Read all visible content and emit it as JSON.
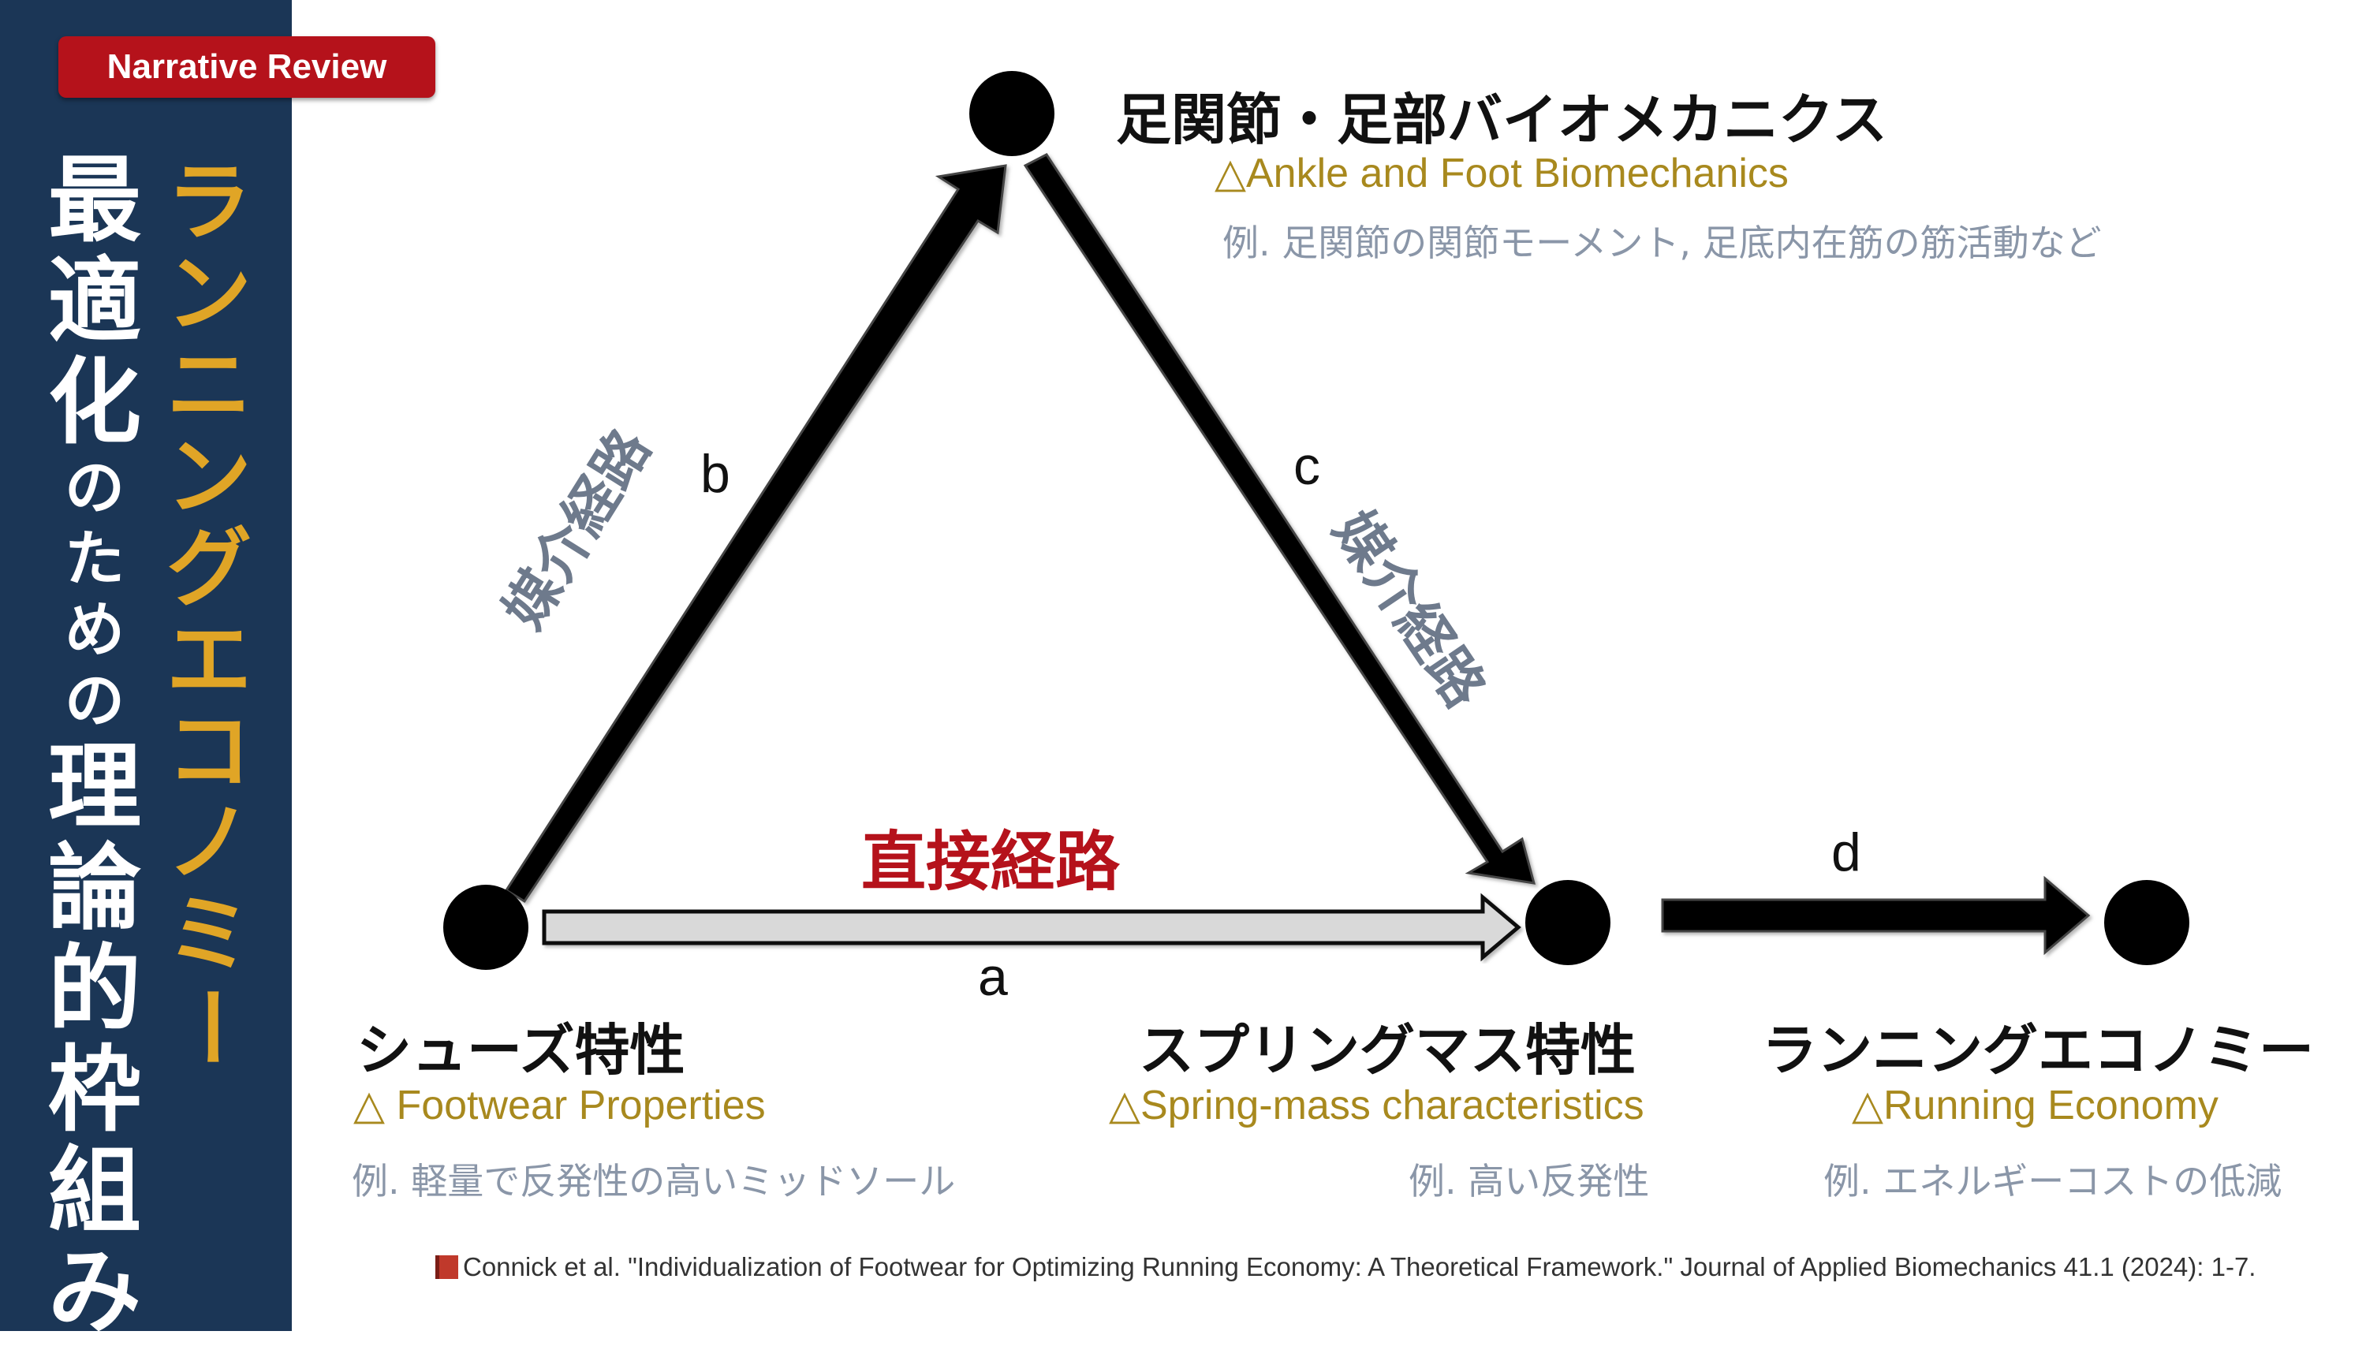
{
  "badge": "Narrative Review",
  "sidebar": {
    "title_white": [
      "最",
      "適",
      "化",
      "の",
      "た",
      "め",
      "の",
      "理",
      "論",
      "的",
      "枠",
      "組",
      "み"
    ],
    "title_gold": [
      "ラ",
      "ン",
      "ニ",
      "ン",
      "グ",
      "エ",
      "コ",
      "ノ",
      "ミ",
      "ー"
    ]
  },
  "nodes": {
    "top": {
      "title": "足関節・足部バイオメカニクス",
      "en": "△Ankle and Foot Biomechanics",
      "example": "例. 足関節の関節モーメント, 足底内在筋の筋活動など"
    },
    "shoes": {
      "title": "シューズ特性",
      "en": "△ Footwear Properties",
      "example": "例. 軽量で反発性の高いミッドソール"
    },
    "spring": {
      "title": "スプリングマス特性",
      "en": "△Spring-mass characteristics",
      "example": "例. 高い反発性"
    },
    "economy": {
      "title": "ランニングエコノミー",
      "en": "△Running Economy",
      "example": "例. エネルギーコストの低減"
    }
  },
  "paths": {
    "a": "a",
    "b": "b",
    "c": "c",
    "d": "d",
    "direct": "直接経路",
    "mediation_left": "媒介経路",
    "mediation_right": "媒介経路"
  },
  "colors": {
    "navy": "#1b3656",
    "gold": "#e0a526",
    "red": "#b5121b",
    "arrow_dark": "#000000",
    "arrow_light": "#d9d9d9"
  },
  "citation": "Connick et al. \"Individualization of Footwear for Optimizing Running Economy: A Theoretical Framework.\" Journal of Applied Biomechanics 41.1 (2024): 1-7."
}
